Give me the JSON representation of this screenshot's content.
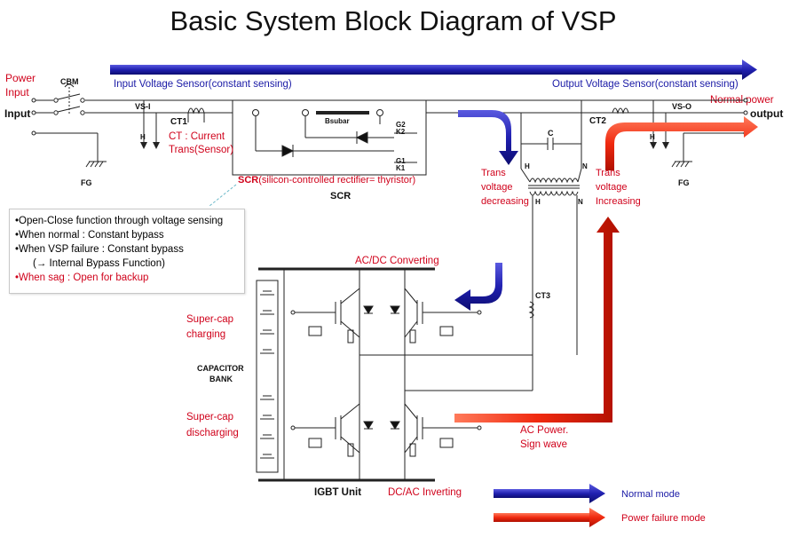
{
  "title": "Basic System Block Diagram of VSP",
  "labels": {
    "power_input": "Power",
    "power_input2": "Input",
    "input": "Input",
    "cbm": "CBM",
    "fg_left": "FG",
    "fg_right": "FG",
    "vsi": "VS-I",
    "vso": "VS-O",
    "ct1": "CT1",
    "ct1_desc1": "CT : Current",
    "ct1_desc2": "Trans(Sensor)",
    "ct2": "CT2",
    "ct3": "CT3",
    "input_sensor": "Input Voltage Sensor(constant sensing)",
    "output_sensor": "Output Voltage Sensor(constant sensing)",
    "normal_power": "Normal power",
    "output": "output",
    "bsubar": "Bsubar",
    "g2": "G2",
    "k2": "K2",
    "g1": "G1",
    "k1": "K1",
    "scr_bold": "SCR",
    "scr_desc": "(silicon-controlled rectifier= thyristor)",
    "scr": "SCR",
    "cap_c": "C",
    "h1": "H",
    "n1": "N",
    "h2": "H",
    "n2": "N",
    "trans_dec1": "Trans",
    "trans_dec2": "voltage",
    "trans_dec3": "decreasing",
    "trans_inc1": "Trans",
    "trans_inc2": "voltage",
    "trans_inc3": "Increasing",
    "acdc": "AC/DC Converting",
    "dcac": "DC/AC Inverting",
    "igbt": "IGBT Unit",
    "supercap_ch1": "Super-cap",
    "supercap_ch2": "charging",
    "supercap_dis1": "Super-cap",
    "supercap_dis2": "discharging",
    "capbank1": "CAPACITOR",
    "capbank2": "BANK",
    "ac_power1": "AC Power.",
    "ac_power2": "Sign wave",
    "h_mark": "H"
  },
  "notes": [
    "•Open-Close function through voltage sensing",
    "•When normal : Constant bypass",
    "•When VSP failure : Constant bypass",
    "(→ Internal Bypass Function)",
    "•When sag : Open for backup"
  ],
  "legend": {
    "normal": "Normal mode",
    "failure": "Power failure mode"
  },
  "colors": {
    "normal_arrow": "#1f1fa8",
    "failure_arrow": "#e8230f",
    "label_red": "#d0021b"
  }
}
